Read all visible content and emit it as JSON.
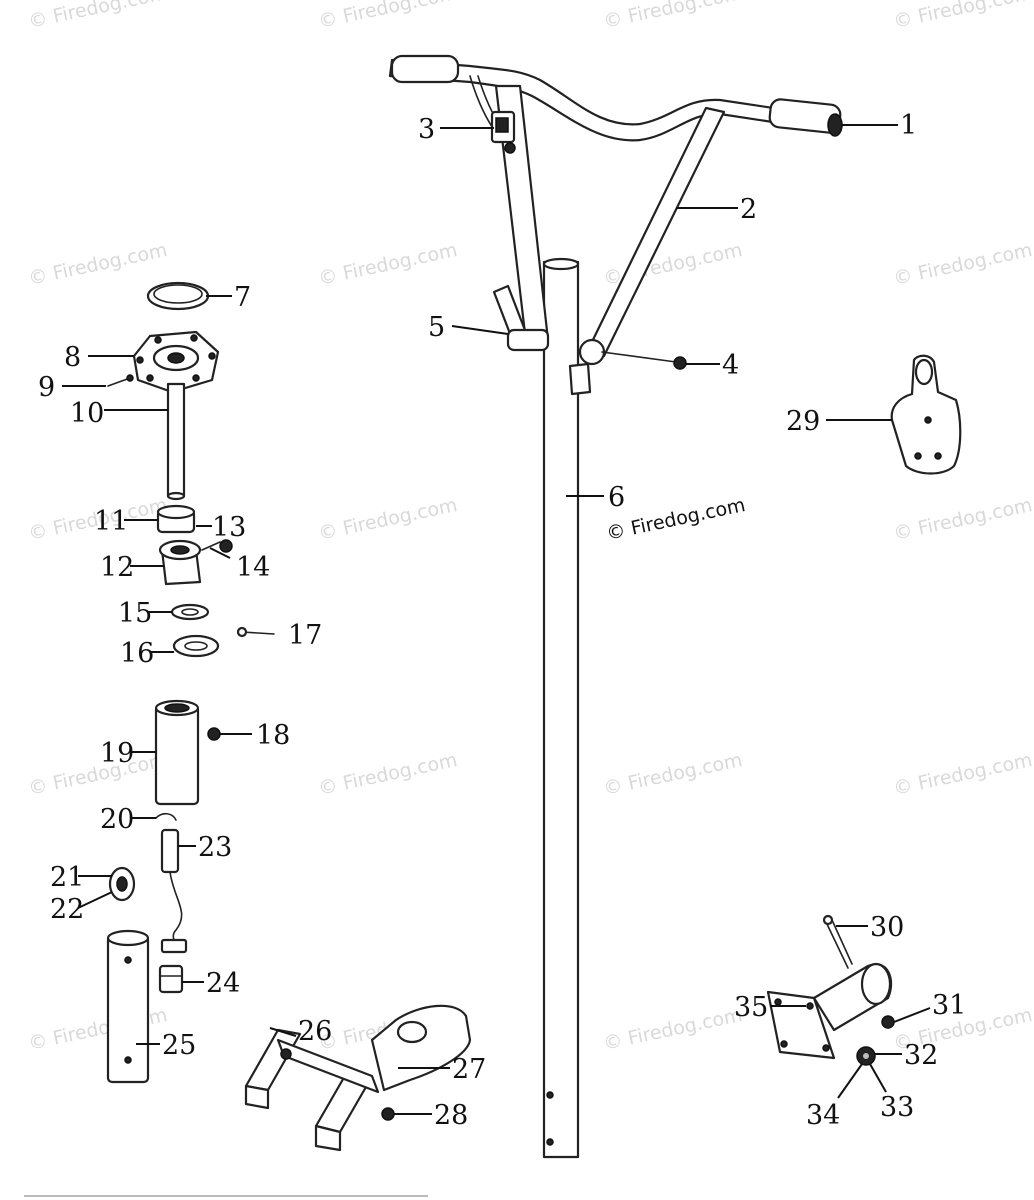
{
  "watermark": {
    "text": "© Firedog.com",
    "main_text": "© Firedog.com"
  },
  "callouts": {
    "c1": "1",
    "c2": "2",
    "c3": "3",
    "c4": "4",
    "c5": "5",
    "c6": "6",
    "c7": "7",
    "c8": "8",
    "c9": "9",
    "c10": "10",
    "c11": "11",
    "c12": "12",
    "c13": "13",
    "c14": "14",
    "c15": "15",
    "c16": "16",
    "c17": "17",
    "c18": "18",
    "c19": "19",
    "c20": "20",
    "c21": "21",
    "c22": "22",
    "c23": "23",
    "c24": "24",
    "c25": "25",
    "c26": "26",
    "c27": "27",
    "c28": "28",
    "c29": "29",
    "c30": "30",
    "c31": "31",
    "c32": "32",
    "c33": "33",
    "c34": "34",
    "c35": "35"
  }
}
